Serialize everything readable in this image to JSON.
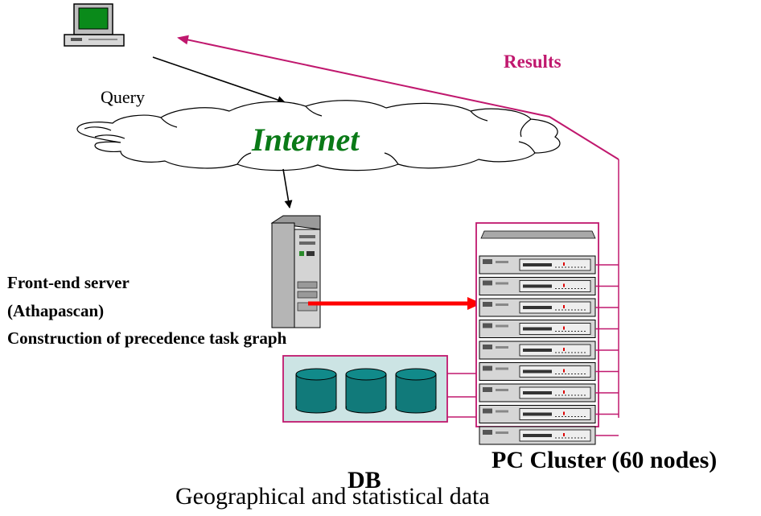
{
  "labels": {
    "query": "Query",
    "internet": "Internet",
    "results": "Results",
    "front_end_line1": "Front-end server",
    "front_end_line2": "(Athapascan)",
    "front_end_line3": "Construction of precedence task graph",
    "pc_cluster": "PC Cluster (60 nodes)",
    "db": "DB",
    "db_description": "Geographical and statistical data"
  },
  "colors": {
    "results_link": "#c0186e",
    "internet_text": "#0a7a17",
    "task_arrow": "#ff0000",
    "db_fill": "#cce4e4",
    "cylinder": "#117a7a",
    "cluster_border": "#c0186e"
  },
  "icons": [
    "computer-icon",
    "cloud-icon",
    "server-tower-icon",
    "database-cylinder-icon",
    "rack-node-icon"
  ],
  "cluster": {
    "node_count": 9
  },
  "db_cylinders": 3
}
